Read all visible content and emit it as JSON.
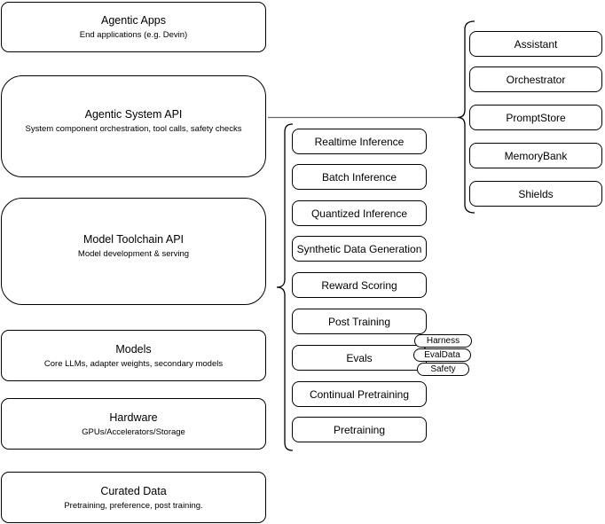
{
  "diagram": {
    "left_stack": [
      {
        "title": "Agentic Apps",
        "subtitle": "End applications (e.g. Devin)"
      },
      {
        "title": "Agentic System API",
        "subtitle": "System component orchestration, tool calls, safety checks"
      },
      {
        "title": "Model Toolchain API",
        "subtitle": "Model development & serving"
      },
      {
        "title": "Models",
        "subtitle": "Core LLMs, adapter weights, secondary models"
      },
      {
        "title": "Hardware",
        "subtitle": "GPUs/Accelerators/Storage"
      },
      {
        "title": "Curated Data",
        "subtitle": "Pretraining, preference, post training."
      }
    ],
    "toolchain_items": [
      "Realtime Inference",
      "Batch Inference",
      "Quantized Inference",
      "Synthetic Data Generation",
      "Reward Scoring",
      "Post Training",
      "Evals",
      "Continual Pretraining",
      "Pretraining"
    ],
    "eval_tags": [
      "Harness",
      "EvalData",
      "Safety"
    ],
    "system_components": [
      "Assistant",
      "Orchestrator",
      "PromptStore",
      "MemoryBank",
      "Shields"
    ],
    "colors": {
      "border": "#000000",
      "background": "#ffffff",
      "text": "#000000",
      "connector": "#666666"
    }
  }
}
